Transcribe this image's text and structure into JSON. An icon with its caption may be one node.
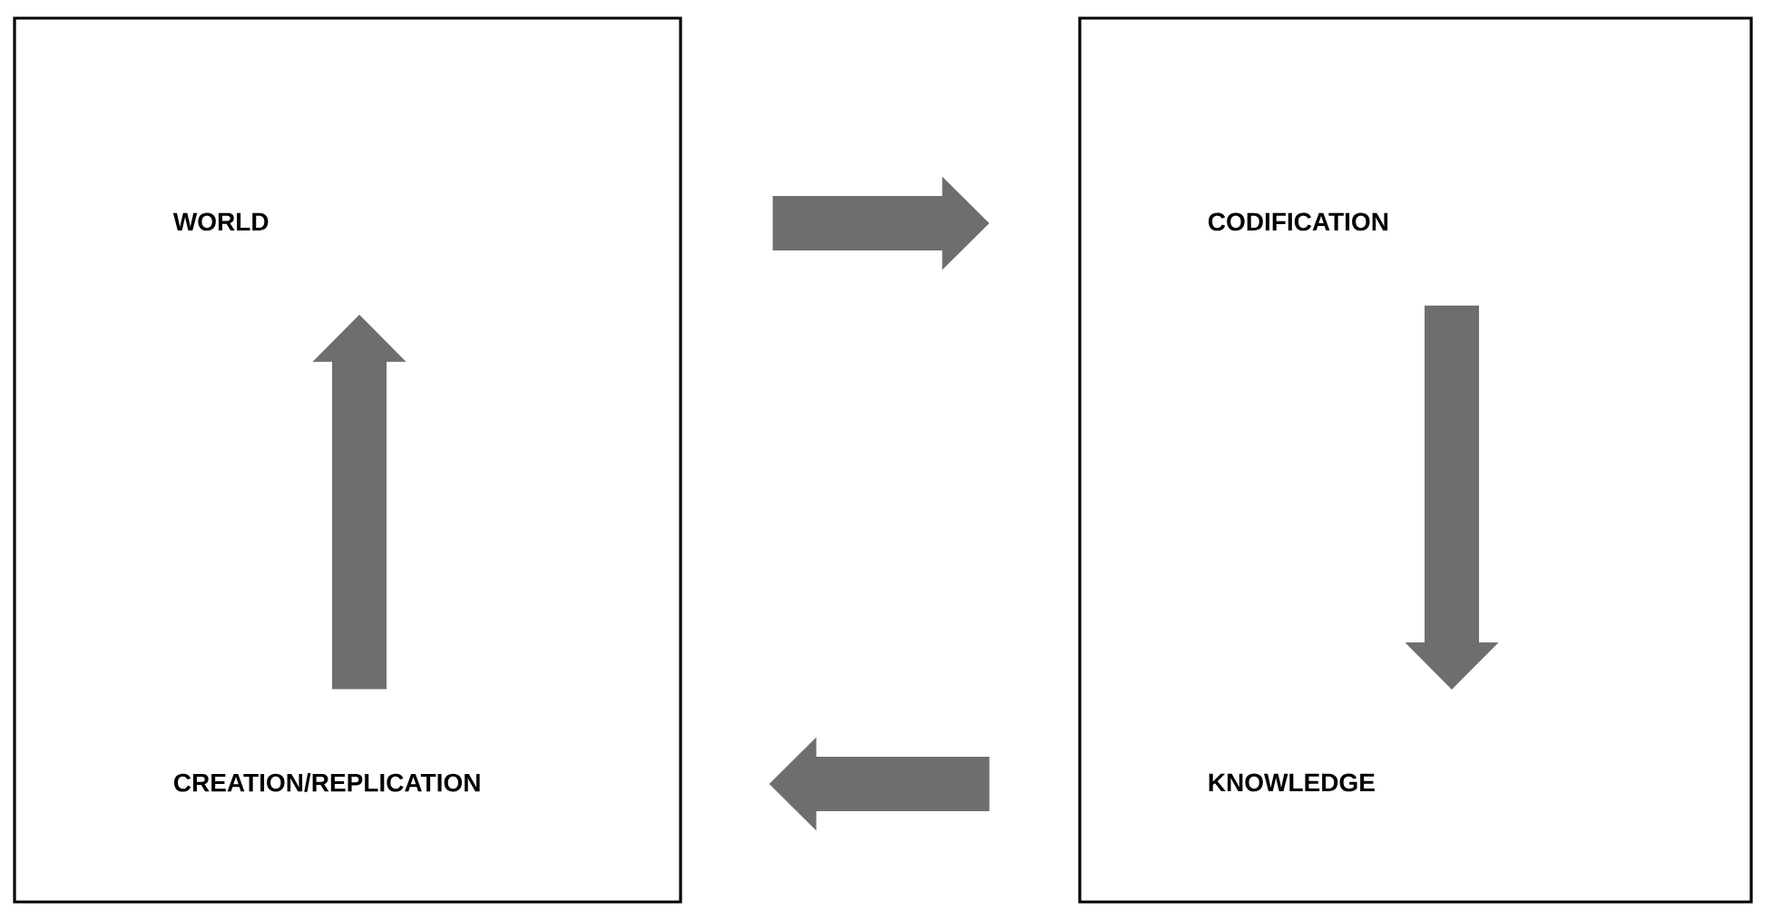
{
  "diagram": {
    "nodes": [
      {
        "text": [],
        "shape": "box"
      },
      {
        "text": [
          "WORLD"
        ],
        "in": 0
      },
      {
        "text": [
          "CREATION/REPLICATION"
        ],
        "in": 0
      },
      {
        "text": [],
        "shape": "box"
      },
      {
        "text": [
          "CODIFICATION"
        ],
        "in": 3
      },
      {
        "text": [
          "KNOWLEDGE"
        ],
        "in": 3
      }
    ],
    "edges": [
      {
        "from": 0,
        "to": 3,
        "arrow": "to"
      },
      {
        "from": 4,
        "to": 5,
        "arrow": "to"
      },
      {
        "from": 3,
        "to": 0,
        "arrow": "to"
      },
      {
        "from": 2,
        "to": 1,
        "arrow": "to"
      }
    ]
  }
}
